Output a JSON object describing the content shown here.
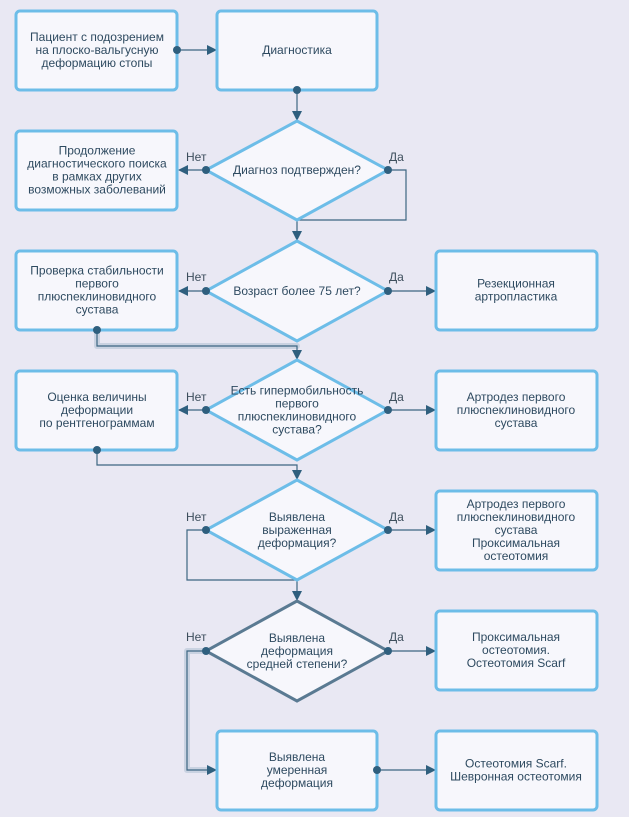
{
  "nodes": {
    "patient": [
      "Пациент с подозрением",
      "на плоско-вальгусную",
      "деформацию стопы"
    ],
    "diagnostics": [
      "Диагностика"
    ],
    "d_confirmed": [
      "Диагноз подтвержден?"
    ],
    "continue_search": [
      "Продолжение",
      "диагностического поиска",
      "в рамках других",
      "возможных заболеваний"
    ],
    "d_age": [
      "Возраст более 75 лет?"
    ],
    "resection": [
      "Резекционная",
      "артропластика"
    ],
    "stability_check": [
      "Проверка стабильности",
      "первого",
      "плюсneклиновидного",
      "сустава"
    ],
    "d_hypermobility": [
      "Есть гипермобильность",
      "первого",
      "плюсneклиновидного",
      "сустава?"
    ],
    "arthrodesis1": [
      "Артродез первого",
      "плюсneклиновидного",
      "сустава"
    ],
    "estimate": [
      "Оценка величины",
      "деформации",
      "по рентгенограммам"
    ],
    "d_severe": [
      "Выявлена",
      "выраженная",
      "деформация?"
    ],
    "arthrodesis2": [
      "Артродез первого",
      "плюсneклиновидного",
      "сустава",
      "Проксимальная",
      "остеотомия"
    ],
    "d_medium": [
      "Выявлена",
      "деформация",
      "средней степени?"
    ],
    "proximal": [
      "Проксимальная",
      "остеотомия.",
      "Остеотомия Scarf"
    ],
    "moderate": [
      "Выявлена",
      "умеренная",
      "деформация"
    ],
    "scarf": [
      "Остеотомия Scarf.",
      "Шевронная остеотомия"
    ]
  },
  "edge_labels": {
    "no": "Нет",
    "yes": "Да"
  },
  "colors": {
    "background": "#e9e8f3",
    "node_fill": "#f7f7fc",
    "node_border": "#6dbde8",
    "highlight_border": "#5a7a92",
    "connector": "#3d6682"
  }
}
